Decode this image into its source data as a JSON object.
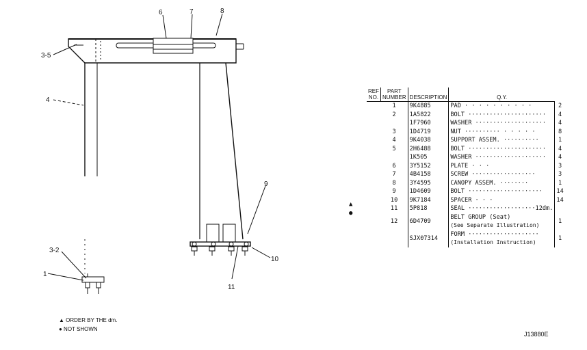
{
  "callouts": {
    "c6": "6",
    "c7": "7",
    "c8": "8",
    "c35": "3-5",
    "c4": "4",
    "c9": "9",
    "c10": "10",
    "c11": "11",
    "c32": "3-2",
    "c1": "1"
  },
  "table": {
    "headers": {
      "ref_line1": "REF",
      "ref_line2": "NO.",
      "pn_line1": "PART",
      "pn_line2": "NUMBER",
      "desc": "DESCRIPTION",
      "qty": "Q.Y."
    },
    "rows": [
      {
        "ref": "1",
        "pn": "9K4885",
        "desc": "PAD · · · · · · · · · ·",
        "qty": "2",
        "mark": ""
      },
      {
        "ref": "2",
        "pn": "1A5822",
        "desc": "BOLT ······················",
        "qty": "4",
        "mark": ""
      },
      {
        "ref": "",
        "pn": "1F7960",
        "desc": "WASHER ····················",
        "qty": "4",
        "mark": ""
      },
      {
        "ref": "3",
        "pn": "1D4719",
        "desc": "NUT ·········· · · · · ·",
        "qty": "8",
        "mark": ""
      },
      {
        "ref": "4",
        "pn": "9K4038",
        "desc": "SUPPORT ASSEM. ··········",
        "qty": "1",
        "mark": ""
      },
      {
        "ref": "5",
        "pn": "2H6488",
        "desc": "BOLT ······················",
        "qty": "4",
        "mark": ""
      },
      {
        "ref": "",
        "pn": "1K505",
        "desc": "WASHER ····················",
        "qty": "4",
        "mark": ""
      },
      {
        "ref": "6",
        "pn": "3Y5152",
        "desc": "PLATE · · ·",
        "qty": "3",
        "mark": ""
      },
      {
        "ref": "7",
        "pn": "4B4158",
        "desc": "SCREW ··················",
        "qty": "3",
        "mark": ""
      },
      {
        "ref": "8",
        "pn": "3Y4595",
        "desc": "CANOPY ASSEM. ········",
        "qty": "1",
        "mark": ""
      },
      {
        "ref": "9",
        "pn": "1D4609",
        "desc": "BOLT ·····················",
        "qty": "14",
        "mark": ""
      },
      {
        "ref": "10",
        "pn": "9K7184",
        "desc": "SPACER · · ·",
        "qty": "14",
        "mark": ""
      },
      {
        "ref": "11",
        "pn": "5P818",
        "desc": "SEAL ···················12dm.",
        "qty": "",
        "mark": "▲"
      },
      {
        "ref": "12",
        "pn": "6D4709",
        "desc": "BELT GROUP (Seat)",
        "desc2": "(See Separate Illustration)",
        "qty": "1",
        "mark": "●"
      },
      {
        "ref": "",
        "pn": "SJX07314",
        "desc": "FORM ····················",
        "desc2": "(Installation Instruction)",
        "qty": "1",
        "mark": ""
      }
    ]
  },
  "notes": {
    "order": "▲ ORDER BY THE dm.",
    "not_shown": "● NOT SHOWN"
  },
  "figure_code": "J13880E"
}
